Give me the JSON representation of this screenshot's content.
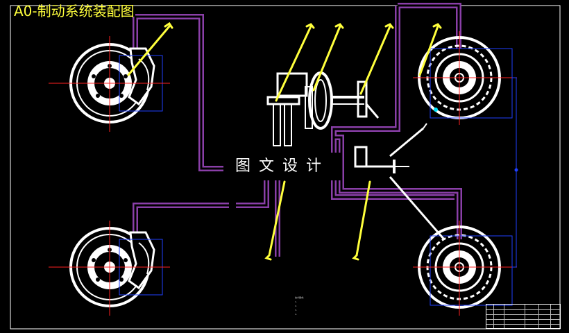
{
  "drawing": {
    "title": "A0-制动系统装配图",
    "watermark": "图文设计"
  },
  "notes": [
    "技术要求：",
    "1.",
    "2.",
    "3.",
    "4."
  ],
  "title_block": {
    "name": ""
  },
  "colors": {
    "background": "#000000",
    "title": "#ffff3c",
    "leader": "#ffff3c",
    "brake_line": "#8a3fa8",
    "part": "#ffffff",
    "center_line": "#ff2020",
    "hidden_line": "#2040ff",
    "cyan": "#00e5ff"
  }
}
